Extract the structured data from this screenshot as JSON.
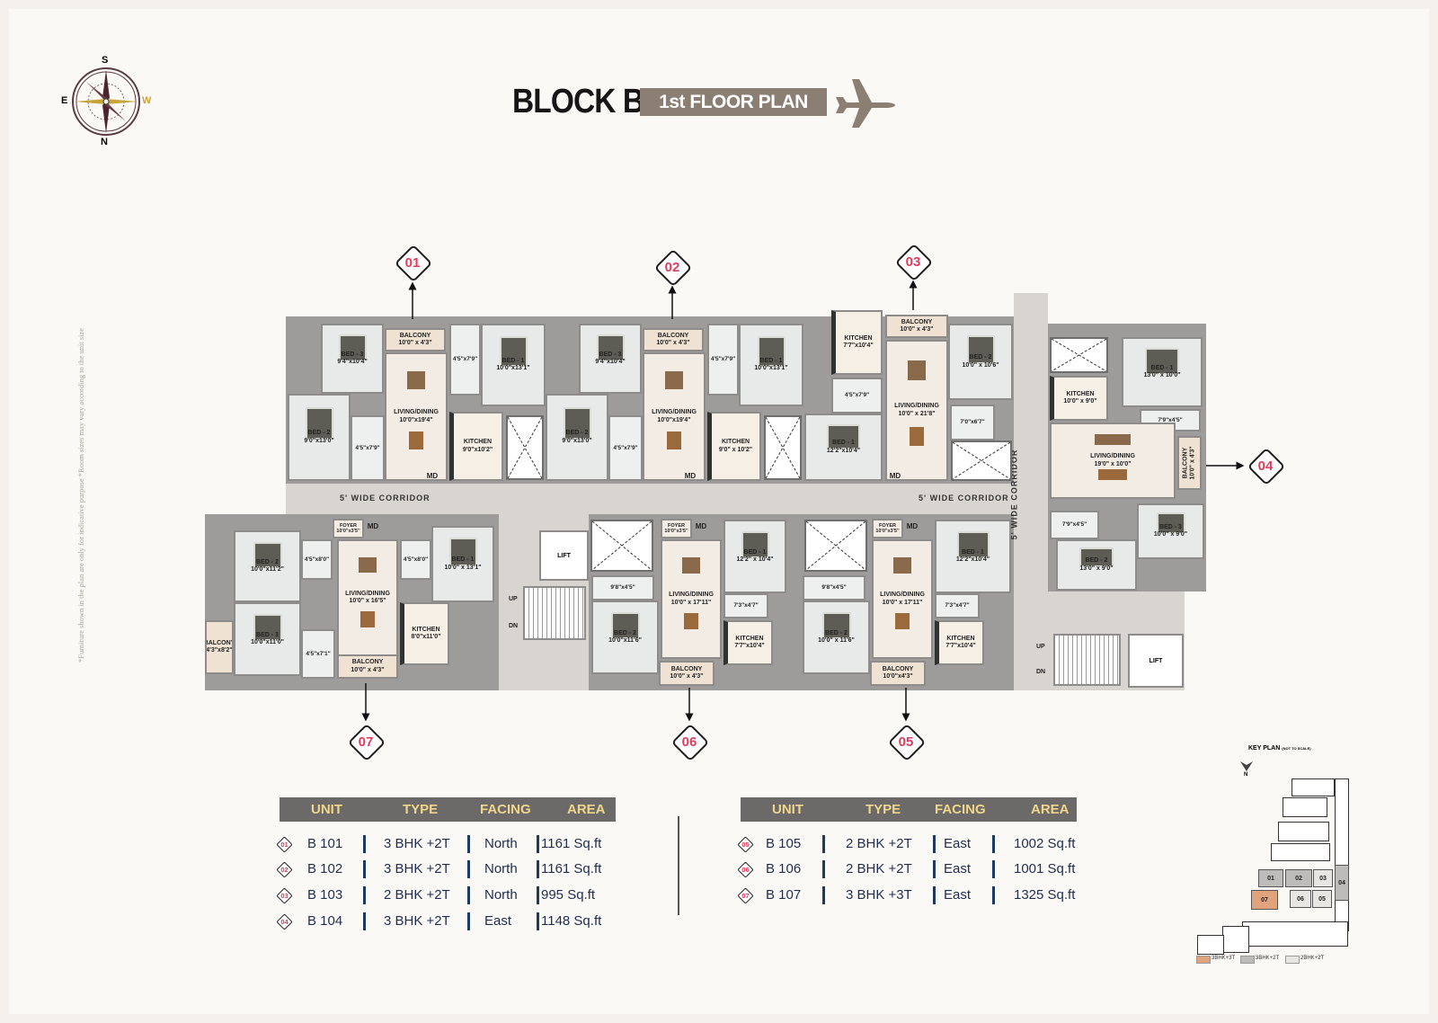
{
  "header": {
    "title": "BLOCK B",
    "badge": "1st FLOOR PLAN",
    "plane_icon": "airplane-icon"
  },
  "compass": {
    "s": "S",
    "e": "E",
    "w": "W",
    "n": "N"
  },
  "side_note": "*Furniture shown in the plan are only for indicative purpose *Room sizes may vary according to the unit size",
  "plan": {
    "corridor_labels": [
      "5' WIDE CORRIDOR",
      "5' WIDE CORRIDOR",
      "5' WIDE CORRIDOR"
    ],
    "lift": "LIFT",
    "up": "UP",
    "dn": "DN",
    "units": [
      {
        "marker": "01",
        "rooms": [
          {
            "name": "BALCONY",
            "size": "10'0\" x 4'3\""
          },
          {
            "name": "BED - 3",
            "size": "9'4\"x10'4\""
          },
          {
            "name": "LIVING/DINING",
            "size": "10'0\"x19'4\""
          },
          {
            "name": "",
            "size": "4'5\"x7'9\""
          },
          {
            "name": "BED - 1",
            "size": "10'0\"x13'1\""
          },
          {
            "name": "BED - 2",
            "size": "9'0\"x13'0\""
          },
          {
            "name": "",
            "size": "4'5\"x7'9\""
          },
          {
            "name": "KITCHEN",
            "size": "9'0\"x10'2\""
          },
          {
            "name": "MD",
            "size": ""
          }
        ]
      },
      {
        "marker": "02",
        "rooms": [
          {
            "name": "BALCONY",
            "size": "10'0\" x 4'3\""
          },
          {
            "name": "BED - 3",
            "size": "9'4\"x10'4\""
          },
          {
            "name": "LIVING/DINING",
            "size": "10'0\"x19'4\""
          },
          {
            "name": "",
            "size": "4'5\"x7'9\""
          },
          {
            "name": "BED - 1",
            "size": "10'0\"x13'1\""
          },
          {
            "name": "BED - 2",
            "size": "9'0\"x13'0\""
          },
          {
            "name": "",
            "size": "4'5\"x7'9\""
          },
          {
            "name": "KITCHEN",
            "size": "9'0\" x 10'2\""
          },
          {
            "name": "MD",
            "size": ""
          }
        ]
      },
      {
        "marker": "03",
        "rooms": [
          {
            "name": "KITCHEN",
            "size": "7'7\"x10'4\""
          },
          {
            "name": "BALCONY",
            "size": "10'0\" x 4'3\""
          },
          {
            "name": "LIVING/DINING",
            "size": "10'0\" x 21'8\""
          },
          {
            "name": "BED - 2",
            "size": "10'0\" x 10'6\""
          },
          {
            "name": "",
            "size": "4'5\"x7'9\""
          },
          {
            "name": "BED - 1",
            "size": "12'2\"x10'4\""
          },
          {
            "name": "",
            "size": "7'0\"x6'7\""
          },
          {
            "name": "MD",
            "size": ""
          }
        ]
      },
      {
        "marker": "04",
        "rooms": [
          {
            "name": "BED - 1",
            "size": "13'0\" x 10'0\""
          },
          {
            "name": "KITCHEN",
            "size": "10'0\" x 9'0\""
          },
          {
            "name": "",
            "size": "7'9\"x4'5\""
          },
          {
            "name": "LIVING/DINING",
            "size": "19'0\" x 10'0\""
          },
          {
            "name": "BALCONY",
            "size": "10'0\" x 4'3\""
          },
          {
            "name": "",
            "size": "7'9\"x4'5\""
          },
          {
            "name": "BED - 3",
            "size": "10'0\" x 9'0\""
          },
          {
            "name": "BED - 2",
            "size": "13'0\" x 9'0\""
          }
        ]
      },
      {
        "marker": "05",
        "rooms": [
          {
            "name": "FOYER",
            "size": "10'0\"x3'5\""
          },
          {
            "name": "MD",
            "size": ""
          },
          {
            "name": "",
            "size": "9'8\"x4'5\""
          },
          {
            "name": "LIVING/DINING",
            "size": "10'0\" x 17'11\""
          },
          {
            "name": "BED - 1",
            "size": "12'2\"x10'4\""
          },
          {
            "name": "BED - 2",
            "size": "10'0\" x 11'6\""
          },
          {
            "name": "",
            "size": "7'3\"x4'7\""
          },
          {
            "name": "KITCHEN",
            "size": "7'7\"x10'4\""
          },
          {
            "name": "BALCONY",
            "size": "10'0\"x4'3\""
          }
        ]
      },
      {
        "marker": "06",
        "rooms": [
          {
            "name": "FOYER",
            "size": "10'0\"x3'5\""
          },
          {
            "name": "MD",
            "size": ""
          },
          {
            "name": "",
            "size": "9'8\"x4'5\""
          },
          {
            "name": "LIVING/DINING",
            "size": "10'0\" x 17'11\""
          },
          {
            "name": "BED - 1",
            "size": "12'2\" x 10'4\""
          },
          {
            "name": "BED - 2",
            "size": "10'0\"x11'6\""
          },
          {
            "name": "",
            "size": "7'3\"x4'7\""
          },
          {
            "name": "KITCHEN",
            "size": "7'7\"x10'4\""
          },
          {
            "name": "BALCONY",
            "size": "10'0\" x 4'3\""
          }
        ]
      },
      {
        "marker": "07",
        "rooms": [
          {
            "name": "FOYER",
            "size": "10'0\"x3'5\""
          },
          {
            "name": "MD",
            "size": ""
          },
          {
            "name": "BED - 2",
            "size": "10'0\"x11'2\""
          },
          {
            "name": "",
            "size": "4'5\"x8'0\""
          },
          {
            "name": "LIVING/DINING",
            "size": "10'0\" x 16'5\""
          },
          {
            "name": "",
            "size": "4'5\"x8'0\""
          },
          {
            "name": "BED - 1",
            "size": "10'0\" x 13'1\""
          },
          {
            "name": "BED - 3",
            "size": "10'0\"x11'0\""
          },
          {
            "name": "BALCONY",
            "size": "4'3\"x8'2\""
          },
          {
            "name": "",
            "size": "4'5\"x7'1\""
          },
          {
            "name": "KITCHEN",
            "size": "8'0\"x11'0\""
          },
          {
            "name": "BALCONY",
            "size": "10'0\" x 4'3\""
          }
        ]
      }
    ]
  },
  "tables": {
    "headers": [
      "UNIT",
      "TYPE",
      "FACING",
      "AREA"
    ],
    "left": [
      {
        "marker": "01",
        "unit": "B 101",
        "type": "3 BHK +2T",
        "facing": "North",
        "area": "1161 Sq.ft"
      },
      {
        "marker": "02",
        "unit": "B 102",
        "type": "3 BHK +2T",
        "facing": "North",
        "area": "1161 Sq.ft"
      },
      {
        "marker": "03",
        "unit": "B 103",
        "type": "2 BHK +2T",
        "facing": "North",
        "area": "995 Sq.ft"
      },
      {
        "marker": "04",
        "unit": "B 104",
        "type": "3 BHK +2T",
        "facing": "East",
        "area": "1148 Sq.ft"
      }
    ],
    "right": [
      {
        "marker": "05",
        "unit": "B 105",
        "type": "2 BHK +2T",
        "facing": "East",
        "area": "1002 Sq.ft"
      },
      {
        "marker": "06",
        "unit": "B 106",
        "type": "2 BHK +2T",
        "facing": "East",
        "area": "1001 Sq.ft"
      },
      {
        "marker": "07",
        "unit": "B 107",
        "type": "3 BHK +3T",
        "facing": "East",
        "area": "1325 Sq.ft"
      }
    ]
  },
  "key_plan": {
    "title": "KEY PLAN",
    "subtitle": "(NOT TO SCALE)",
    "north": "N",
    "units": [
      "01",
      "02",
      "03",
      "04",
      "07",
      "06",
      "05"
    ],
    "legend": [
      {
        "label": "3BHK+3T",
        "color": "#e0a37c"
      },
      {
        "label": "3BHK+2T",
        "color": "#bdbcbb"
      },
      {
        "label": "2BHK+2T",
        "color": "#e8e6e3"
      }
    ]
  },
  "colors": {
    "accent": "#e23a5c",
    "badge": "#8b7f73",
    "table_header": "#6b6a68",
    "table_header_text": "#f1d58b",
    "table_text": "#1f2d4f"
  }
}
